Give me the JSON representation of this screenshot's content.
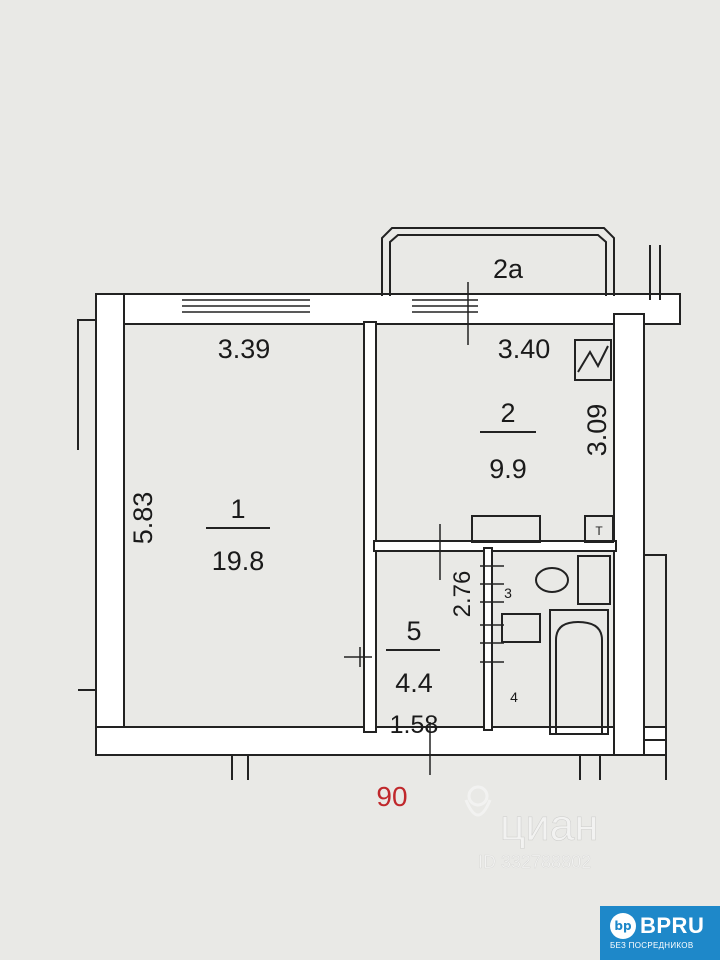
{
  "plan": {
    "rooms": [
      {
        "id": "1",
        "area": "19.8"
      },
      {
        "id": "2",
        "area": "9.9"
      },
      {
        "id": "5",
        "area": "4.4"
      },
      {
        "id": "3"
      },
      {
        "id": "4"
      },
      {
        "id": "2а"
      }
    ],
    "dimensions": {
      "room1_width": "3.39",
      "room1_height": "5.83",
      "room2_width": "3.40",
      "room2_height": "3.09",
      "room5_height": "2.76",
      "room5_width": "1.58"
    },
    "apartment_number": "90",
    "colors": {
      "wall": "#ffffff",
      "line": "#222222",
      "apartment_number": "#c0282c",
      "background": "#e9e9e6"
    }
  },
  "watermark": {
    "brand": "циан",
    "listing_id": "ID 332788802"
  },
  "badge": {
    "logo_glyph": "bp",
    "name": "BPRU",
    "tagline": "БЕЗ ПОСРЕДНИКОВ",
    "color": "#1e88c9"
  }
}
